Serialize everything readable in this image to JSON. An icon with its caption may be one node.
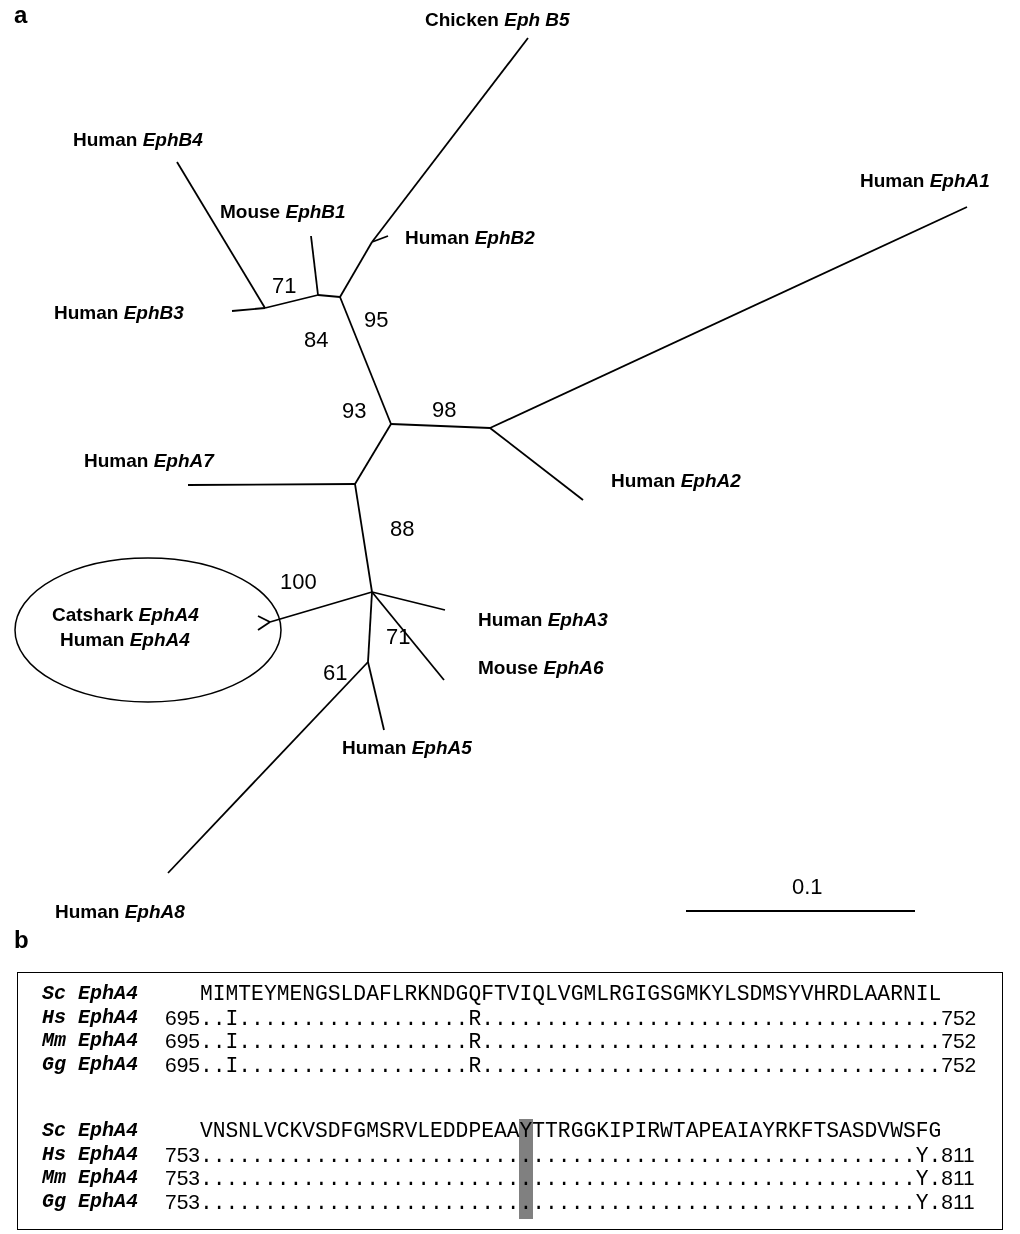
{
  "diagram": {
    "nodes": [
      {
        "text": [
          "Catshark *EphA4*",
          "Human *EphA4*"
        ]
      },
      {
        "text": [
          "Sc EphA4",
          "MIMTEYMENGSLDAFLRKNDGQFTVIQLVGMLRGIGSGMKYLSDMSYVHRDLAARNIL",
          "Hs EphA4",
          "695..I..................R....................................752",
          "Mm EphA4",
          "695..I..................R....................................752",
          "Gg EphA4",
          "695..I..................R....................................752",
          "Sc EphA4",
          "VNSNLVCKVSDFGMSRVLEDDPEAAYTTRGGKIPIRWTAPEAIAYRKFTSASDVWSFG",
          "Hs EphA4",
          "753........................................................Y.811",
          "Mm EphA4",
          "753........................................................Y.811",
          "Gg EphA4",
          "753........................................................Y.811"
        ]
      }
    ],
    "labels": [
      "a",
      "Chicken *Eph B5*",
      "Human *EphB4*",
      "Mouse *EphB1*",
      "Human *EphB2*",
      "Human *EphA1*",
      "71",
      "Human *EphB3*",
      "95",
      "84",
      "93",
      "98",
      "Human *EphA7*",
      "Human *EphA2*",
      "88",
      "100",
      "71",
      "Human *EphA3*",
      "61",
      "Mouse *EphA6*",
      "Human *EphA5*",
      "0.1",
      "Human *EphA8*",
      "b"
    ]
  }
}
